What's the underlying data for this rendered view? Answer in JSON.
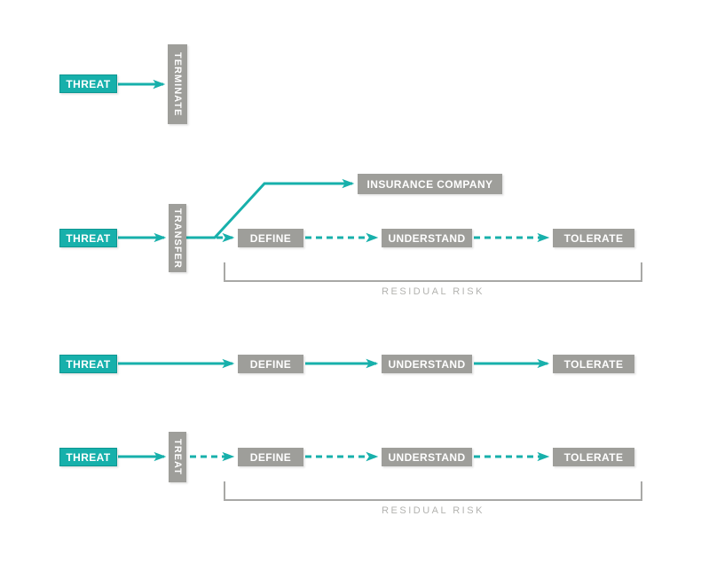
{
  "colors": {
    "teal": "#17b0ab",
    "teal_dark": "#0e9792",
    "gray_box": "#9e9e9a",
    "gray_line": "#a8a8a6",
    "label_gray": "#b3b3b0",
    "box_text": "#ffffff"
  },
  "diagram": {
    "row_terminate": {
      "threat": "THREAT",
      "action": "TERMINATE"
    },
    "row_transfer": {
      "threat": "THREAT",
      "action": "TRANSFER",
      "insurance": "INSURANCE COMPANY",
      "steps": [
        "DEFINE",
        "UNDERSTAND",
        "TOLERATE"
      ],
      "residual_label": "RESIDUAL RISK"
    },
    "row_tolerate": {
      "threat": "THREAT",
      "steps": [
        "DEFINE",
        "UNDERSTAND",
        "TOLERATE"
      ]
    },
    "row_treat": {
      "threat": "THREAT",
      "action": "TREAT",
      "steps": [
        "DEFINE",
        "UNDERSTAND",
        "TOLERATE"
      ],
      "residual_label": "RESIDUAL RISK"
    }
  }
}
